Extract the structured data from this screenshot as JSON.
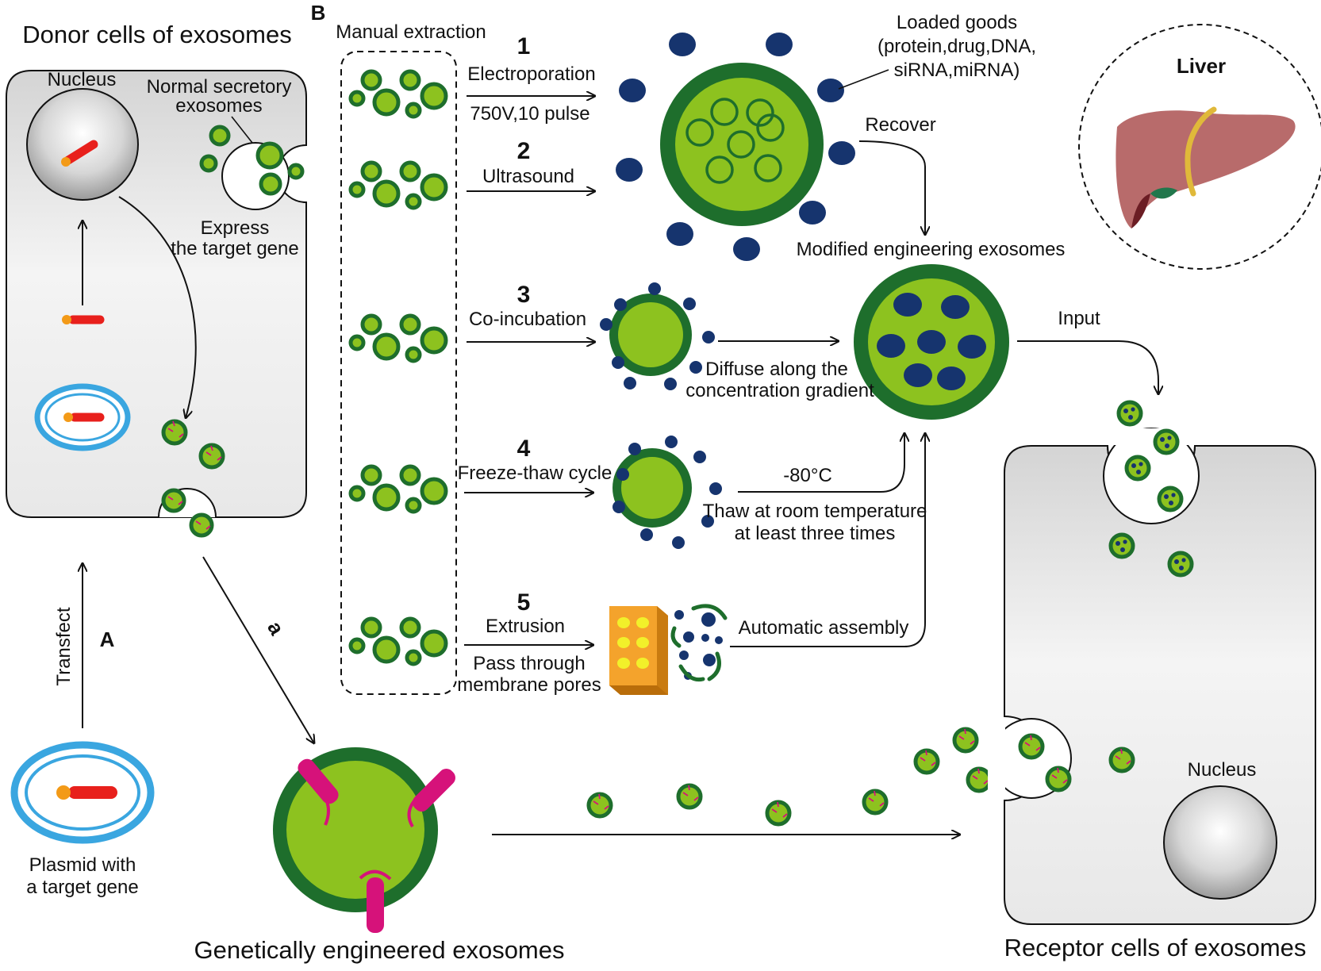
{
  "panels": {
    "a_letter": "A",
    "b_letter": "B",
    "a_arrow_label": "a"
  },
  "titles": {
    "donor": "Donor cells of exosomes",
    "engineered": "Genetically engineered exosomes",
    "receptor": "Receptor cells of exosomes",
    "liver": "Liver"
  },
  "donor_cell": {
    "nucleus": "Nucleus",
    "normal_secretory_1": "Normal secretory",
    "normal_secretory_2": "exosomes",
    "express_1": "Express",
    "express_2": "the target gene",
    "transfect": "Transfect",
    "plasmid_1": "Plasmid with",
    "plasmid_2": "a target gene"
  },
  "methods": {
    "manual_extraction": "Manual extraction",
    "m1_num": "1",
    "m1_name": "Electroporation",
    "m1_detail": "750V,10 pulse",
    "m2_num": "2",
    "m2_name": "Ultrasound",
    "m3_num": "3",
    "m3_name": "Co-incubation",
    "m3_detail_1": "Diffuse along the",
    "m3_detail_2": "concentration gradient",
    "m4_num": "4",
    "m4_name": "Freeze-thaw cycle",
    "m4_temp": "-80°C",
    "m4_detail_1": "Thaw at room temperature",
    "m4_detail_2": "at least three times",
    "m5_num": "5",
    "m5_name": "Extrusion",
    "m5_detail_1": "Pass through",
    "m5_detail_2": "membrane pores",
    "m5_assembly": "Automatic assembly"
  },
  "cargo": {
    "loaded_1": "Loaded goods",
    "loaded_2": "(protein,drug,DNA,",
    "loaded_3": "siRNA,miRNA)",
    "recover": "Recover",
    "modified": "Modified engineering exosomes",
    "input": "Input"
  },
  "receptor_cell": {
    "nucleus": "Nucleus"
  },
  "colors": {
    "membrane": "#1e6e2c",
    "lumen": "#8dc21f",
    "cargo": "#16346e",
    "gene_red": "#e8201c",
    "gene_orange": "#f39a17",
    "plasmid_blue": "#3aa6e0",
    "ligand_pink": "#d6127a",
    "liver": "#b86b6b",
    "filter_orange": "#f4a32c"
  }
}
